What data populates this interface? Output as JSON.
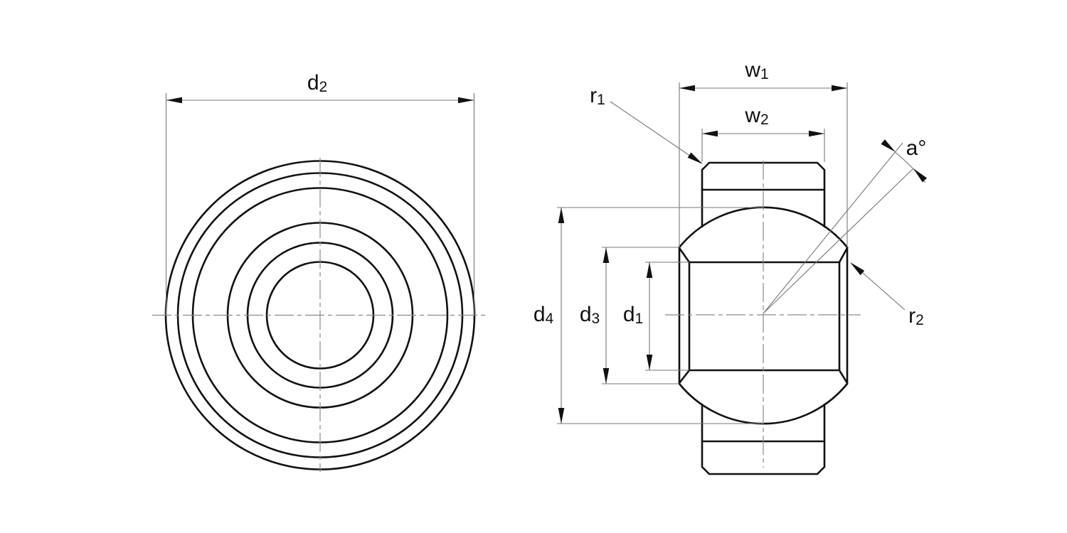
{
  "labels": {
    "d2": {
      "main": "d",
      "sub": "2"
    },
    "w1": {
      "main": "w",
      "sub": "1"
    },
    "w2": {
      "main": "w",
      "sub": "2"
    },
    "r1": {
      "main": "r",
      "sub": "1"
    },
    "r2": {
      "main": "r",
      "sub": "2"
    },
    "a": {
      "main": "a°",
      "sub": ""
    },
    "d4": {
      "main": "d",
      "sub": "4"
    },
    "d3": {
      "main": "d",
      "sub": "3"
    },
    "d1": {
      "main": "d",
      "sub": "1"
    }
  },
  "colors": {
    "background": "#ffffff",
    "part_line": "#111111",
    "dimension_line": "#777777",
    "centerline": "#8a8a8a",
    "text": "#111111"
  }
}
